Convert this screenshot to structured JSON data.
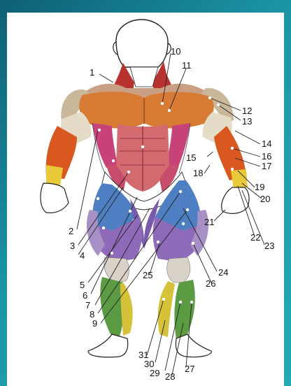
{
  "labels": [
    {
      "id": "1",
      "text": "1"
    },
    {
      "id": "2",
      "text": "2"
    },
    {
      "id": "3",
      "text": "3"
    },
    {
      "id": "4",
      "text": "4"
    },
    {
      "id": "5",
      "text": "5"
    },
    {
      "id": "6",
      "text": "6"
    },
    {
      "id": "7",
      "text": "7"
    },
    {
      "id": "8",
      "text": "8"
    },
    {
      "id": "9",
      "text": "9"
    },
    {
      "id": "10",
      "text": "10"
    },
    {
      "id": "11",
      "text": "11"
    },
    {
      "id": "12",
      "text": "12"
    },
    {
      "id": "13",
      "text": "13"
    },
    {
      "id": "14",
      "text": "14"
    },
    {
      "id": "15",
      "text": "15"
    },
    {
      "id": "16",
      "text": "16"
    },
    {
      "id": "17",
      "text": "17"
    },
    {
      "id": "18",
      "text": "18"
    },
    {
      "id": "19",
      "text": "19"
    },
    {
      "id": "20",
      "text": "20"
    },
    {
      "id": "21",
      "text": "21"
    },
    {
      "id": "22",
      "text": "22"
    },
    {
      "id": "23",
      "text": "23"
    },
    {
      "id": "24",
      "text": "24"
    },
    {
      "id": "25",
      "text": "25"
    },
    {
      "id": "26",
      "text": "26"
    },
    {
      "id": "27",
      "text": "27"
    },
    {
      "id": "28",
      "text": "28"
    },
    {
      "id": "29",
      "text": "29"
    },
    {
      "id": "30",
      "text": "30"
    },
    {
      "id": "31",
      "text": "31"
    }
  ],
  "colors": {
    "background": "#1b97a8",
    "panel": "#ffffff",
    "skin": "#ffffff",
    "outline": "#222222",
    "neck": "#b8322f",
    "chest": "#d77a33",
    "shoulder": "#c9b79a",
    "biceps": "#e5dcc8",
    "forearm": "#d9581f",
    "wrist": "#e8c93a",
    "lats": "#c8427a",
    "abs": "#d26a6f",
    "obliques": "#c84c6b",
    "thigh_blue": "#4d7fc2",
    "thigh_purple": "#8e6ab8",
    "adductor": "#7a5aaa",
    "knee": "#d9d2c8",
    "shin_green": "#5a9b43",
    "calf_yellow": "#d5c13a"
  }
}
